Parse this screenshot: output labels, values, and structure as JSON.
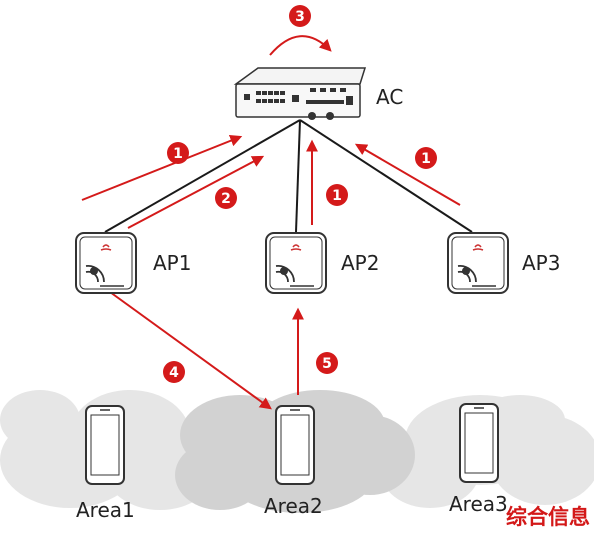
{
  "nodes": {
    "ac": "AC",
    "ap1": "AP1",
    "ap2": "AP2",
    "ap3": "AP3"
  },
  "areas": [
    "Area1",
    "Area2",
    "Area3"
  ],
  "steps": {
    "s1a": "1",
    "s1b": "1",
    "s1c": "1",
    "s2": "2",
    "s3": "3",
    "s4": "4",
    "s5": "5"
  },
  "watermark": "综合信息",
  "colors": {
    "arrow": "#d41a1a",
    "line": "#1a1a1a",
    "cloud": "#e2e2e2",
    "cloud_dark": "#cdcdcd",
    "badge": "#d41a1a"
  }
}
